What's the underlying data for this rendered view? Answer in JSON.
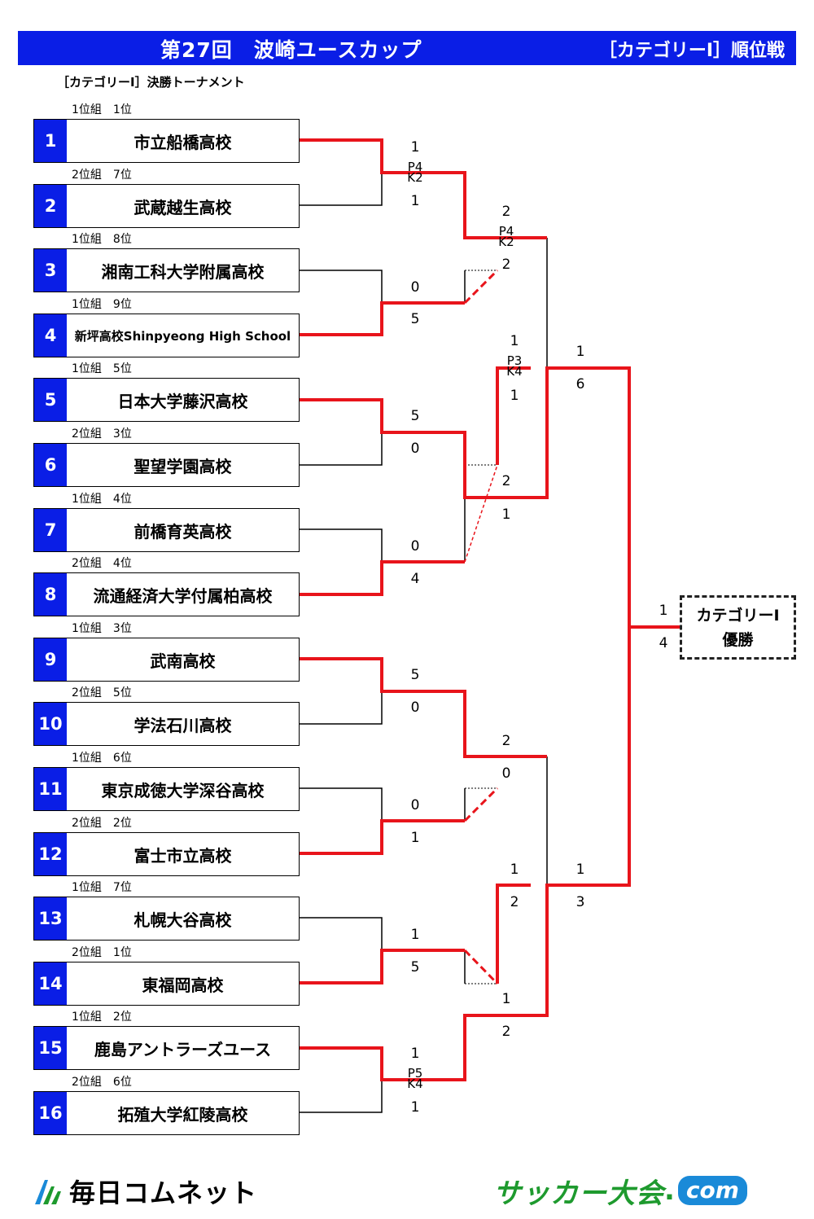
{
  "header": {
    "title": "第27回　波崎ユースカップ",
    "right": "［カテゴリーⅠ］順位戦"
  },
  "subtitle": "［カテゴリーⅠ］決勝トーナメント",
  "teams": [
    {
      "seed": "1",
      "slot": "1位組　1位",
      "name": "市立船橋高校"
    },
    {
      "seed": "2",
      "slot": "2位組　7位",
      "name": "武蔵越生高校"
    },
    {
      "seed": "3",
      "slot": "1位組　8位",
      "name": "湘南工科大学附属高校"
    },
    {
      "seed": "4",
      "slot": "1位組　9位",
      "name": "新坪高校Shinpyeong High School"
    },
    {
      "seed": "5",
      "slot": "1位組　5位",
      "name": "日本大学藤沢高校"
    },
    {
      "seed": "6",
      "slot": "2位組　3位",
      "name": "聖望学園高校"
    },
    {
      "seed": "7",
      "slot": "1位組　4位",
      "name": "前橋育英高校"
    },
    {
      "seed": "8",
      "slot": "2位組　4位",
      "name": "流通経済大学付属柏高校"
    },
    {
      "seed": "9",
      "slot": "1位組　3位",
      "name": "武南高校"
    },
    {
      "seed": "10",
      "slot": "2位組　5位",
      "name": "学法石川高校"
    },
    {
      "seed": "11",
      "slot": "1位組　6位",
      "name": "東京成徳大学深谷高校"
    },
    {
      "seed": "12",
      "slot": "2位組　2位",
      "name": "富士市立高校"
    },
    {
      "seed": "13",
      "slot": "1位組　7位",
      "name": "札幌大谷高校"
    },
    {
      "seed": "14",
      "slot": "2位組　1位",
      "name": "東福岡高校"
    },
    {
      "seed": "15",
      "slot": "1位組　2位",
      "name": "鹿島アントラーズユース"
    },
    {
      "seed": "16",
      "slot": "2位組　6位",
      "name": "拓殖大学紅陵高校"
    }
  ],
  "scores": {
    "r1": [
      {
        "top": "1",
        "bottom": "1",
        "pk_top": "P4",
        "pk_bottom": "K2"
      },
      {
        "top": "0",
        "bottom": "5"
      },
      {
        "top": "5",
        "bottom": "0"
      },
      {
        "top": "0",
        "bottom": "4"
      },
      {
        "top": "5",
        "bottom": "0"
      },
      {
        "top": "0",
        "bottom": "1"
      },
      {
        "top": "1",
        "bottom": "5"
      },
      {
        "top": "1",
        "bottom": "1",
        "pk_top": "P5",
        "pk_bottom": "K4"
      }
    ],
    "qf": [
      {
        "top": "2",
        "bottom": "2",
        "pk_top": "P4",
        "pk_bottom": "K2"
      },
      {
        "top": "2",
        "bottom": "1"
      },
      {
        "top": "2",
        "bottom": "0"
      },
      {
        "top": "1",
        "bottom": "2"
      }
    ],
    "sf": [
      {
        "top": "1",
        "bottom": "1",
        "pk_top": "P3",
        "pk_bottom": "K4"
      },
      {
        "top": "1",
        "bottom": "2"
      }
    ],
    "final": [
      {
        "top": "1",
        "bottom": "6"
      },
      {
        "top": "1",
        "bottom": "3"
      }
    ],
    "champ": {
      "top": "1",
      "bottom": "4"
    }
  },
  "champion_box": {
    "line1": "カテゴリーⅠ",
    "line2": "優勝"
  },
  "footer": {
    "left_brand": "毎日コムネット",
    "right_brand": "サッカー大会",
    "right_dot": ".",
    "right_com": "com"
  },
  "colors": {
    "accent_blue": "#0a1ee6",
    "winner_red": "#e8141b",
    "green": "#1e9a2e",
    "light_blue": "#1a8ad8"
  }
}
